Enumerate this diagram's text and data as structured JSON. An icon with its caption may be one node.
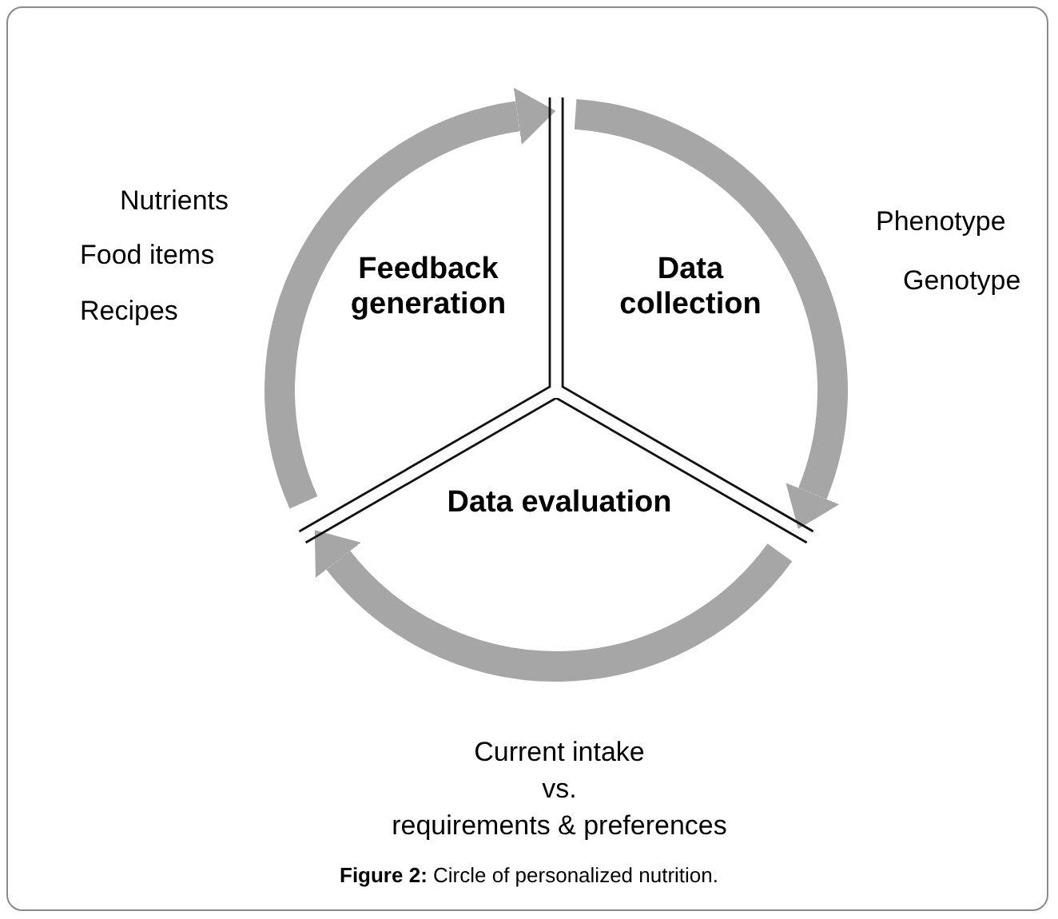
{
  "diagram": {
    "caption": "**Figure 2:** Circle of personalized nutrition.",
    "nodes": [
      {
        "text": [
          "Feedback generation"
        ],
        "beside": [
          "Nutrients",
          "Food items",
          "Recipes"
        ]
      },
      {
        "text": [
          "Data collection"
        ],
        "beside": [
          "Phenotype",
          "Genotype"
        ]
      },
      {
        "text": [
          "Data evaluation"
        ],
        "beside": [
          "Current intake",
          "vs.",
          "requirements & preferences"
        ]
      }
    ],
    "edges": [
      {
        "from": 1,
        "to": 2,
        "arrow": "to"
      },
      {
        "from": 2,
        "to": 0,
        "arrow": "to"
      },
      {
        "from": 0,
        "to": 1,
        "arrow": "to"
      }
    ]
  }
}
